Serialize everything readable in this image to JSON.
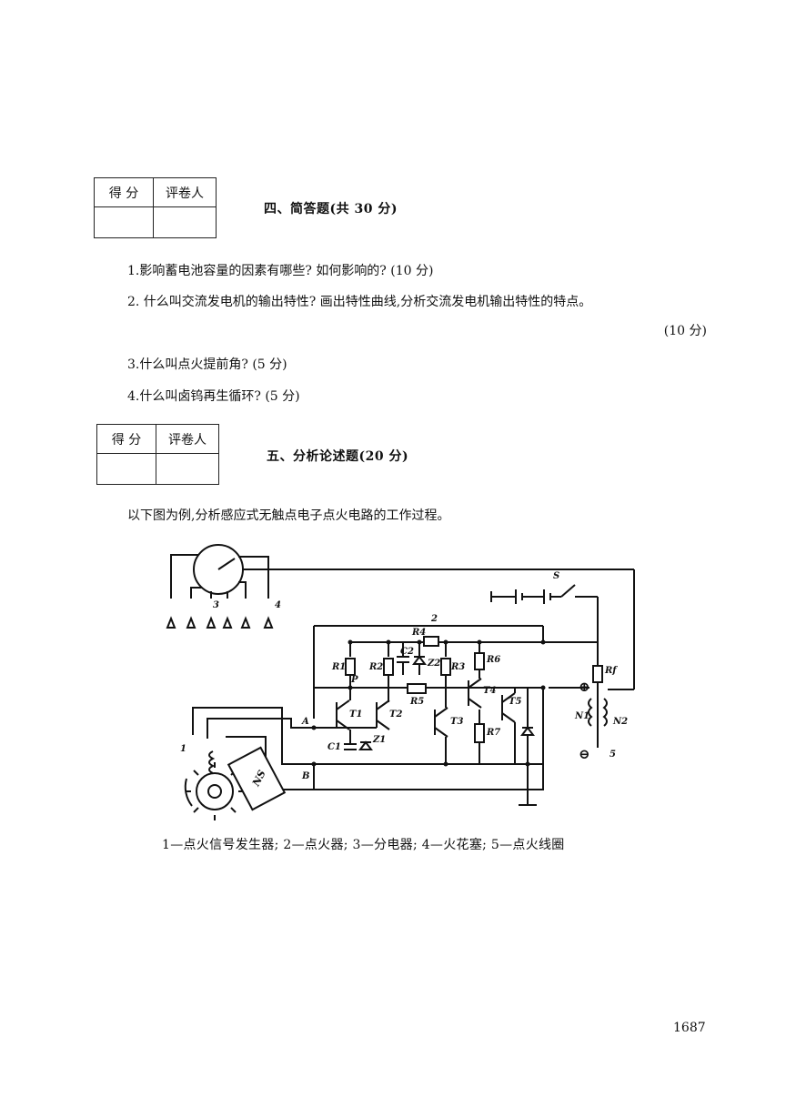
{
  "score_table": {
    "score": "得 分",
    "grader": "评卷人"
  },
  "section4": {
    "title": "四、简答题(共 30 分)",
    "questions": [
      {
        "text": "1.影响蓄电池容量的因素有哪些? 如何影响的? (10 分)"
      },
      {
        "text": "2. 什么叫交流发电机的输出特性? 画出特性曲线,分析交流发电机输出特性的特点。",
        "score": "(10 分)"
      },
      {
        "text": "3.什么叫点火提前角? (5 分)"
      },
      {
        "text": "4.什么叫卤钨再生循环? (5 分)"
      }
    ]
  },
  "section5": {
    "title": "五、分析论述题(20 分)",
    "intro": "以下图为例,分析感应式无触点电子点火电路的工作过程。",
    "caption": "1—点火信号发生器; 2—点火器; 3—分电器; 4—火花塞; 5—点火线圈",
    "diagram_labels": {
      "n1": "1",
      "n2": "2",
      "n3": "3",
      "n4": "4",
      "n5": "5",
      "s": "S",
      "a": "A",
      "b": "B",
      "p": "P",
      "ns": "NS",
      "r1": "R1",
      "r2": "R2",
      "r3": "R3",
      "r4": "R4",
      "r5": "R5",
      "r6": "R6",
      "r7": "R7",
      "rf": "Rf",
      "c1": "C1",
      "c2": "C2",
      "z1": "Z1",
      "z2": "Z2",
      "t1": "T1",
      "t2": "T2",
      "t3": "T3",
      "t4": "T4",
      "t5": "T5",
      "nn1": "N1",
      "nn2": "N2",
      "plus": "⊕",
      "minus": "⊖"
    }
  },
  "page_number": "1687"
}
